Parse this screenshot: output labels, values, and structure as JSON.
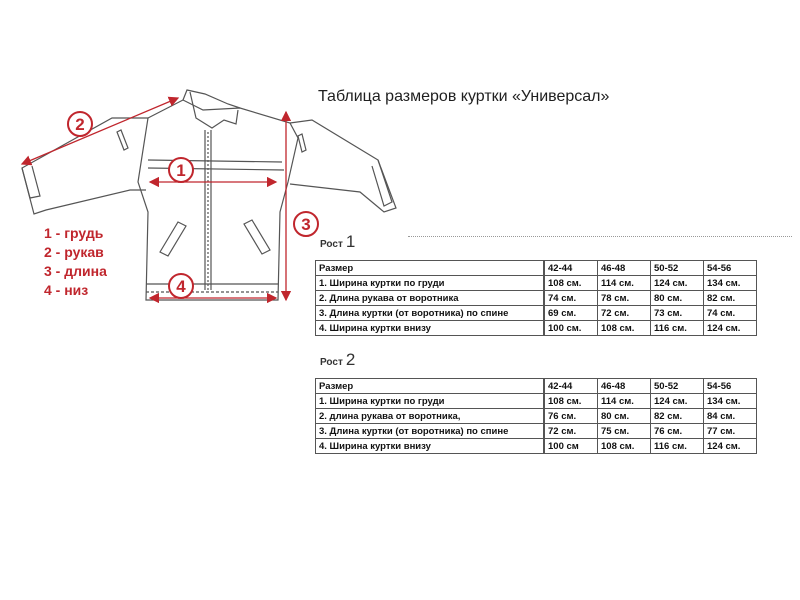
{
  "title": "Таблица размеров куртки «Универсал»",
  "legend": [
    "1 - грудь",
    "2 - рукав",
    "3 - длина",
    "4 - низ"
  ],
  "markers": [
    "1",
    "2",
    "3",
    "4"
  ],
  "colors": {
    "accent": "#c0262d",
    "outline": "#555555"
  },
  "tables": [
    {
      "caption": "Рост",
      "number": "1",
      "header": [
        "Размер",
        "42-44",
        "46-48",
        "50-52",
        "54-56"
      ],
      "rows": [
        [
          "1. Ширина куртки по груди",
          "108 см.",
          "114 см.",
          "124 см.",
          "134 см."
        ],
        [
          "2. Длина рукава от воротника",
          "74 см.",
          "78 см.",
          "80 см.",
          "82 см."
        ],
        [
          "3. Длина куртки (от воротника) по спине",
          "69 см.",
          "72 см.",
          "73 см.",
          "74 см."
        ],
        [
          "4. Ширина куртки внизу",
          "100 см.",
          "108 см.",
          "116 см.",
          "124 см."
        ]
      ]
    },
    {
      "caption": "Рост",
      "number": "2",
      "header": [
        "Размер",
        "42-44",
        "46-48",
        "50-52",
        "54-56"
      ],
      "rows": [
        [
          "1. Ширина куртки по груди",
          "108 см.",
          "114 см.",
          "124 см.",
          "134 см."
        ],
        [
          "2.  длина рукава от воротника,",
          "76 см.",
          "80 см.",
          "82 см.",
          "84 см."
        ],
        [
          "3. Длина куртки (от воротника) по спине",
          "72 см.",
          "75 см.",
          "76 см.",
          "77 см."
        ],
        [
          "4. Ширина куртки внизу",
          "100 см",
          "108 см.",
          "116 см.",
          "124 см."
        ]
      ]
    }
  ]
}
